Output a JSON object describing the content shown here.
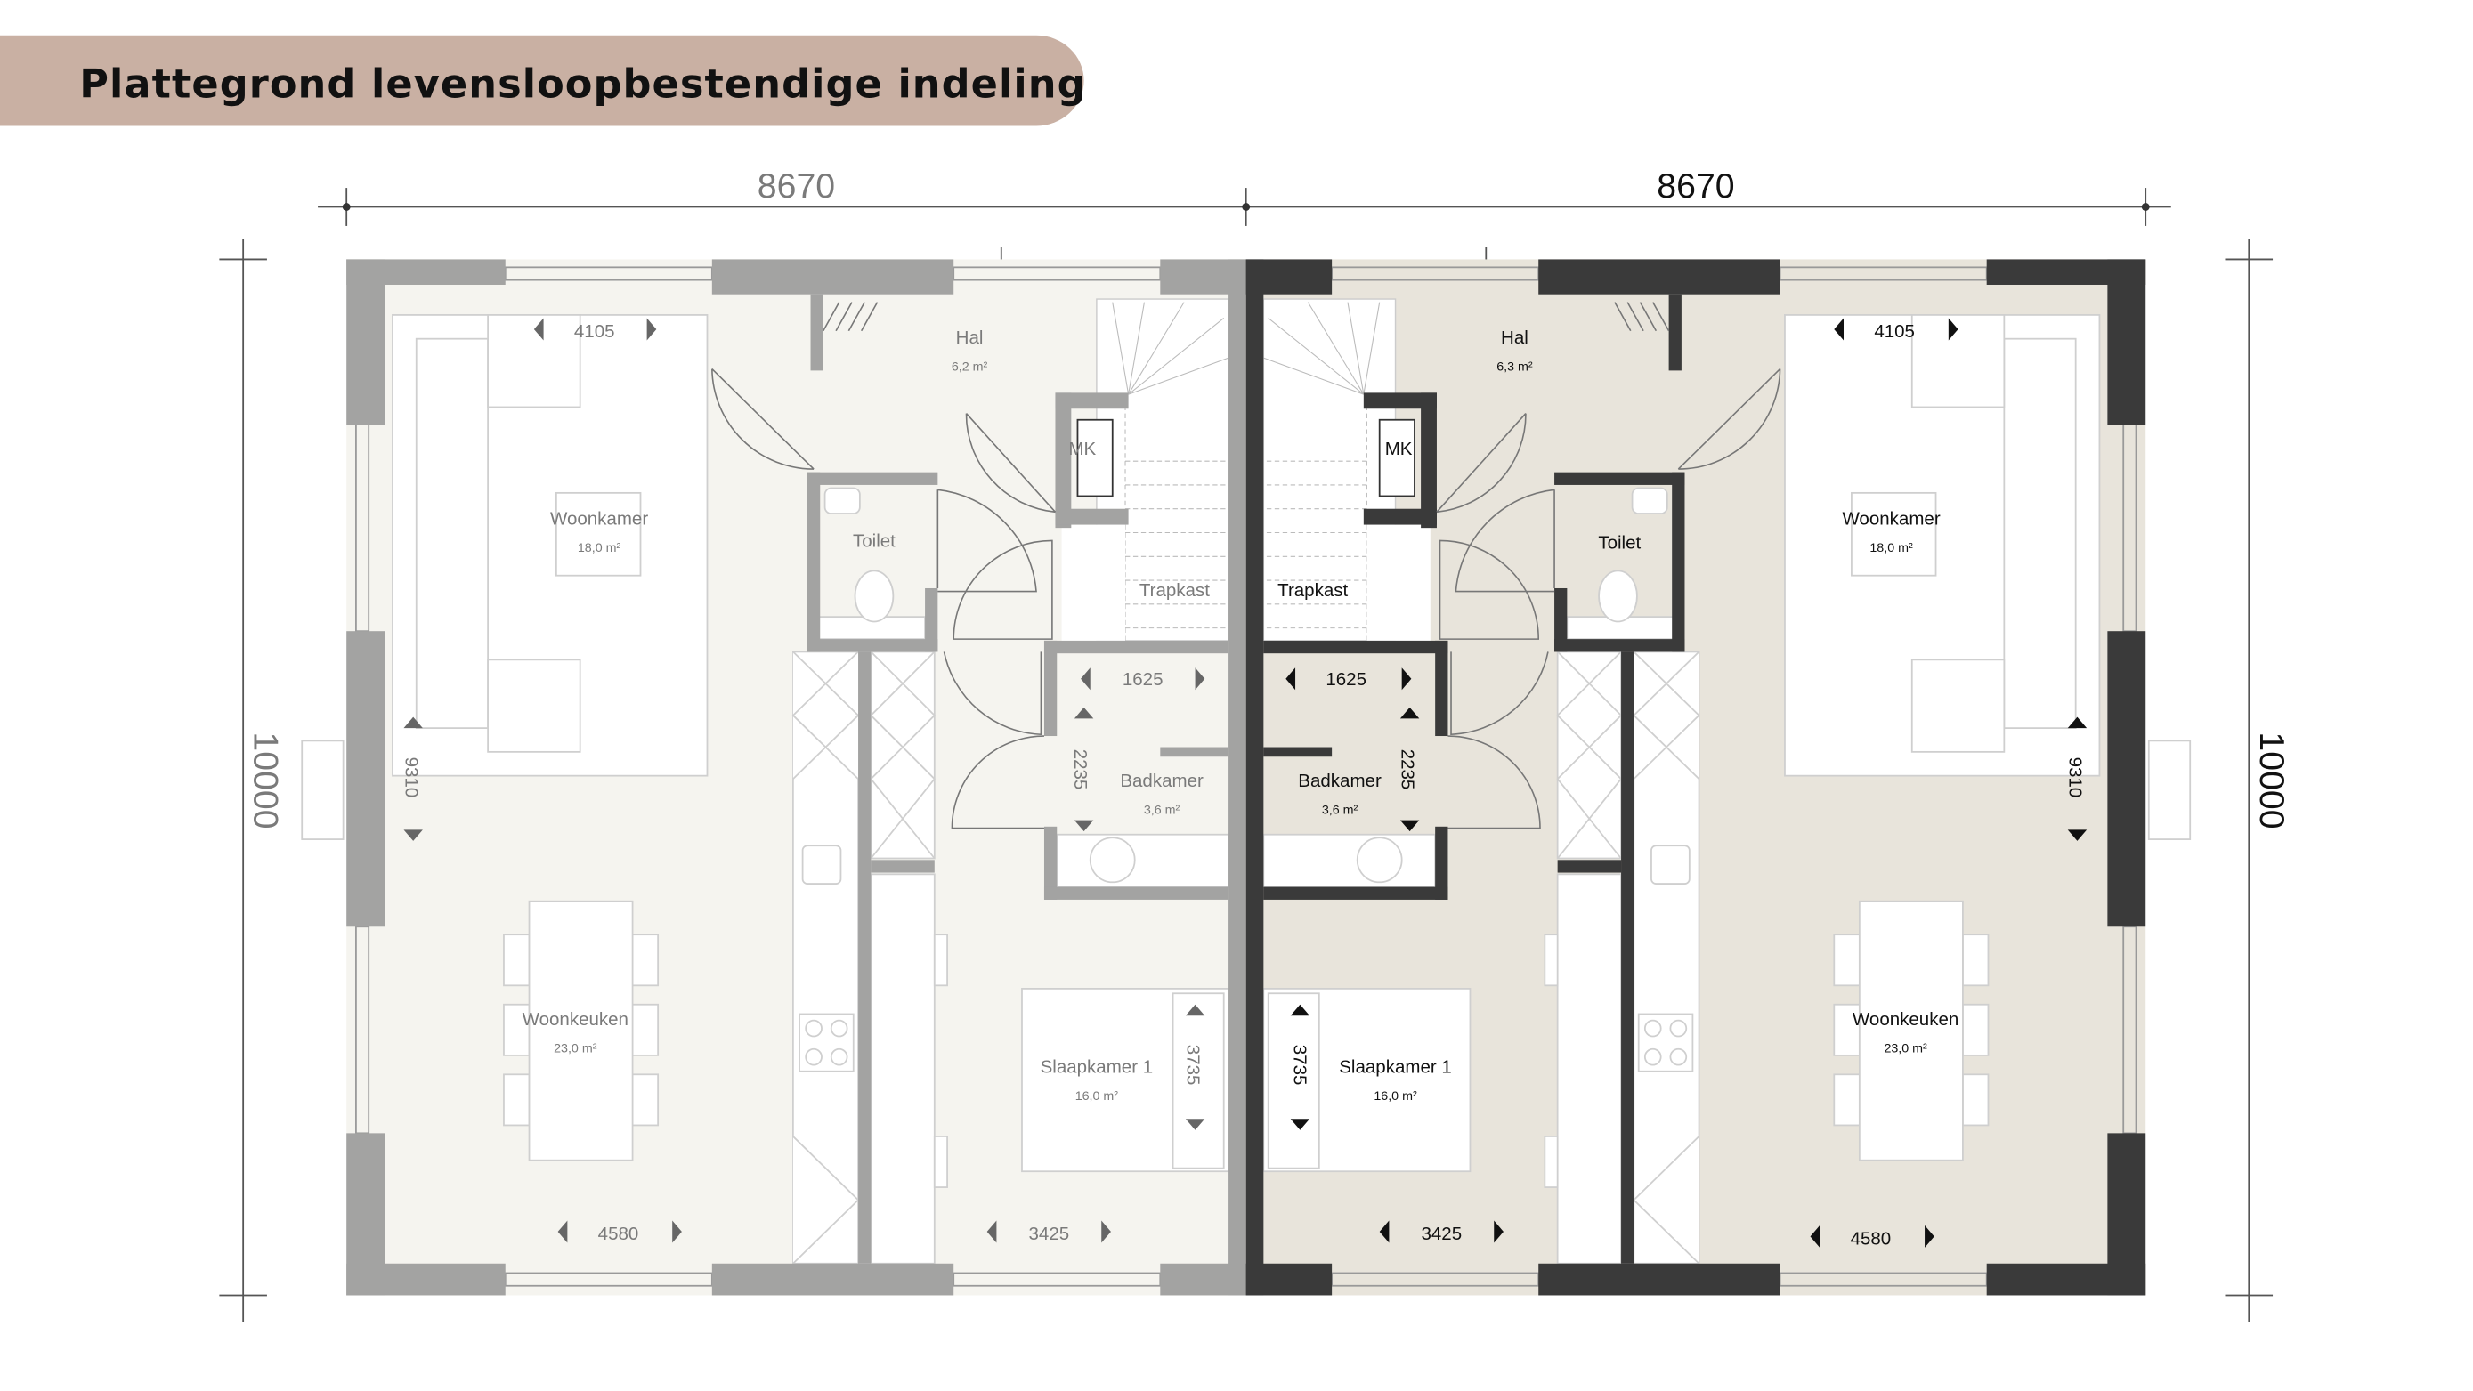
{
  "title": "Plattegrond levensloopbestendige indeling",
  "dimensions": {
    "top_left": "8670",
    "top_right": "8670",
    "left": "10000",
    "right": "10000"
  },
  "colors": {
    "header": "#c9b0a3",
    "left_wall": "#a3a3a2",
    "left_floor": "#f5f4ef",
    "right_wall": "#3a3a3a",
    "right_floor": "#e8e4db"
  },
  "units": [
    {
      "hal": {
        "name": "Hal",
        "area": "6,2 m²"
      },
      "meterkast": "MK",
      "toilet": "Toilet",
      "trapkast": "Trapkast",
      "badkamer": {
        "name": "Badkamer",
        "area": "3,6 m²",
        "width": "1625",
        "depth": "2235"
      },
      "woonkamer": {
        "name": "Woonkamer",
        "area": "18,0 m²",
        "width": "4105",
        "depth": "9310"
      },
      "woonkeuken": {
        "name": "Woonkeuken",
        "area": "23,0 m²",
        "width": "4580"
      },
      "slaapkamer": {
        "name": "Slaapkamer 1",
        "area": "16,0 m²",
        "width": "3425",
        "depth": "3735"
      }
    },
    {
      "hal": {
        "name": "Hal",
        "area": "6,3 m²"
      },
      "meterkast": "MK",
      "toilet": "Toilet",
      "trapkast": "Trapkast",
      "badkamer": {
        "name": "Badkamer",
        "area": "3,6 m²",
        "width": "1625",
        "depth": "2235"
      },
      "woonkamer": {
        "name": "Woonkamer",
        "area": "18,0 m²",
        "width": "4105",
        "depth": "9310"
      },
      "woonkeuken": {
        "name": "Woonkeuken",
        "area": "23,0 m²",
        "width": "4580"
      },
      "slaapkamer": {
        "name": "Slaapkamer 1",
        "area": "16,0 m²",
        "width": "3425",
        "depth": "3735"
      }
    }
  ]
}
